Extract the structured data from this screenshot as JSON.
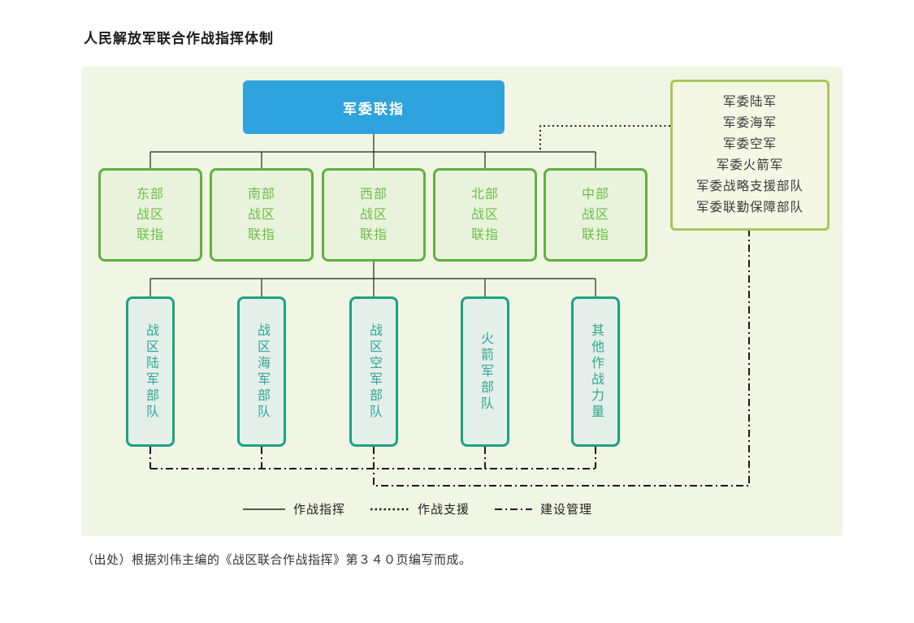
{
  "page": {
    "title": "人民解放军联合作战指挥体制",
    "caption": "（出处）根据刘伟主编的《战区联合作战指挥》第３４０页编写而成。"
  },
  "diagram": {
    "root": {
      "label": "军委联指"
    },
    "theaters": [
      {
        "label": "东部战区联指",
        "lines": [
          "东部",
          "战区",
          "联指"
        ]
      },
      {
        "label": "南部战区联指",
        "lines": [
          "南部",
          "战区",
          "联指"
        ]
      },
      {
        "label": "西部战区联指",
        "lines": [
          "西部",
          "战区",
          "联指"
        ]
      },
      {
        "label": "北部战区联指",
        "lines": [
          "北部",
          "战区",
          "联指"
        ]
      },
      {
        "label": "中部战区联指",
        "lines": [
          "中部",
          "战区",
          "联指"
        ]
      }
    ],
    "forces": [
      {
        "label": "战区陆军部队"
      },
      {
        "label": "战区海军部队"
      },
      {
        "label": "战区空军部队"
      },
      {
        "label": "火箭军部队"
      },
      {
        "label": "其他作战力量"
      }
    ],
    "services": {
      "items": [
        "军委陆军",
        "军委海军",
        "军委空军",
        "军委火箭军",
        "军委战略支援部队",
        "军委联勤保障部队"
      ]
    },
    "legend": [
      {
        "style": "solid",
        "label": "作战指挥"
      },
      {
        "style": "dotted",
        "label": "作战支援"
      },
      {
        "style": "dashdot",
        "label": "建设管理"
      }
    ],
    "colors": {
      "root_fill": "#2FA3DE",
      "root_text": "#FFFFFF",
      "theater_border": "#5FB13F",
      "theater_text": "#6ABF49",
      "theater_fill": "#E9F2DB",
      "force_border": "#1CA283",
      "force_text": "#2FA78D",
      "force_fill": "#E4EFEA",
      "services_border": "#A6C85A",
      "services_fill": "#F3F7E4",
      "panel_background": "#F1F5E3",
      "connector_line": "#222222"
    }
  }
}
